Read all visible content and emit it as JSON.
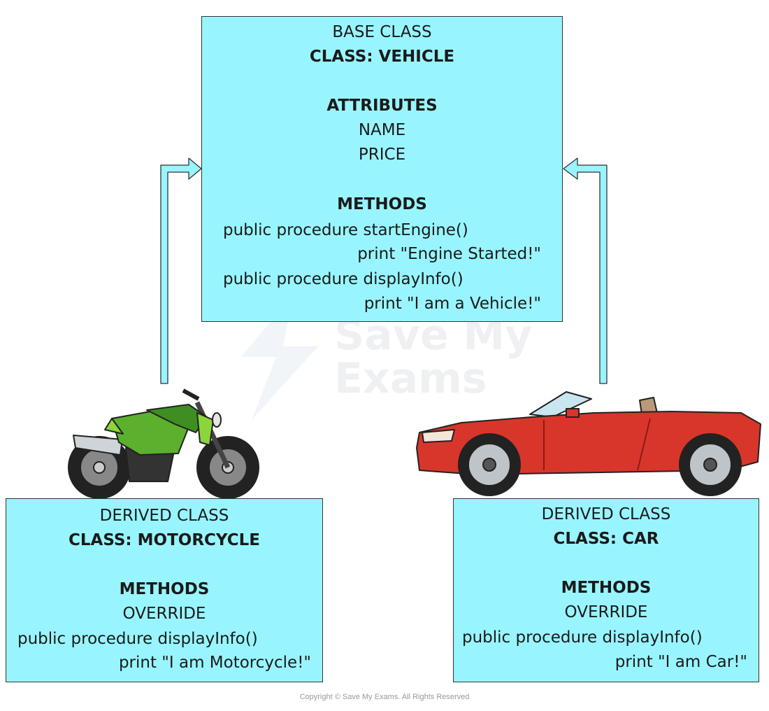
{
  "base": {
    "heading": "BASE CLASS",
    "class_line": "CLASS: VEHICLE",
    "attributes_title": "ATTRIBUTES",
    "attributes": [
      "NAME",
      "PRICE"
    ],
    "methods_title": "METHODS",
    "methods": [
      "public procedure startEngine()",
      "print \"Engine Started!\"",
      "public procedure displayInfo()",
      "print \"I am a Vehicle!\""
    ]
  },
  "motorcycle": {
    "heading": "DERIVED CLASS",
    "class_line": "CLASS: MOTORCYCLE",
    "methods_title": "METHODS",
    "override": "OVERRIDE",
    "method": "public procedure displayInfo()",
    "body": "print \"I am Motorcycle!\""
  },
  "car": {
    "heading": "DERIVED CLASS",
    "class_line": "CLASS: CAR",
    "methods_title": "METHODS",
    "override": "OVERRIDE",
    "method": "public procedure displayInfo()",
    "body": "print \"I am Car!\""
  },
  "watermark": {
    "line1": "Save My",
    "line2": "Exams"
  },
  "copyright": "Copyright © Save My Exams. All Rights Reserved",
  "colors": {
    "box_fill": "#98F5FF",
    "box_stroke": "#333333",
    "motorcycle_body": "#5BB02E",
    "car_body": "#D9362B"
  }
}
